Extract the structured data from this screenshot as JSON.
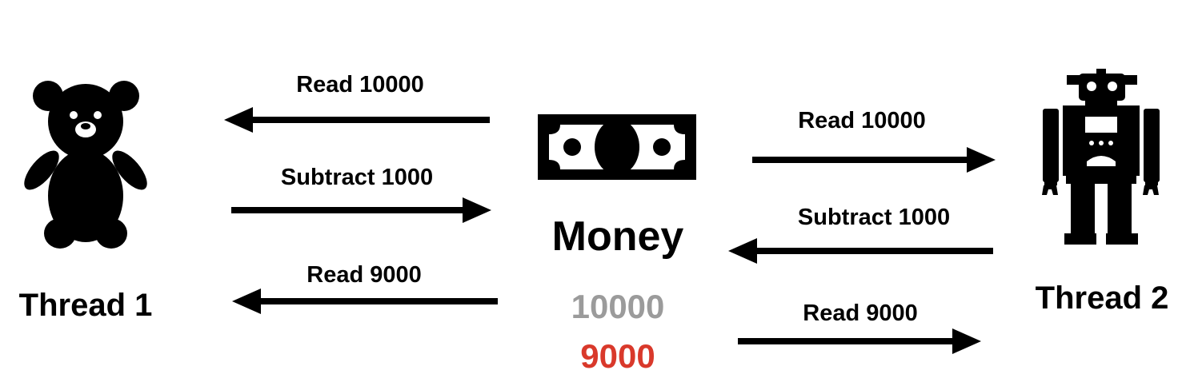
{
  "thread1": {
    "label": "Thread 1",
    "icon": "teddy-bear-icon"
  },
  "thread2": {
    "label": "Thread 2",
    "icon": "robot-icon"
  },
  "money": {
    "label": "Money",
    "icon": "banknote-icon",
    "old_value": "10000",
    "new_value": "9000",
    "old_value_color": "#9b9b9b",
    "new_value_color": "#d9392b"
  },
  "arrows": {
    "t1_read_initial": "Read 10000",
    "t1_subtract": "Subtract 1000",
    "t1_read_final": "Read 9000",
    "t2_read_initial": "Read 10000",
    "t2_subtract": "Subtract 1000",
    "t2_read_final": "Read 9000"
  }
}
